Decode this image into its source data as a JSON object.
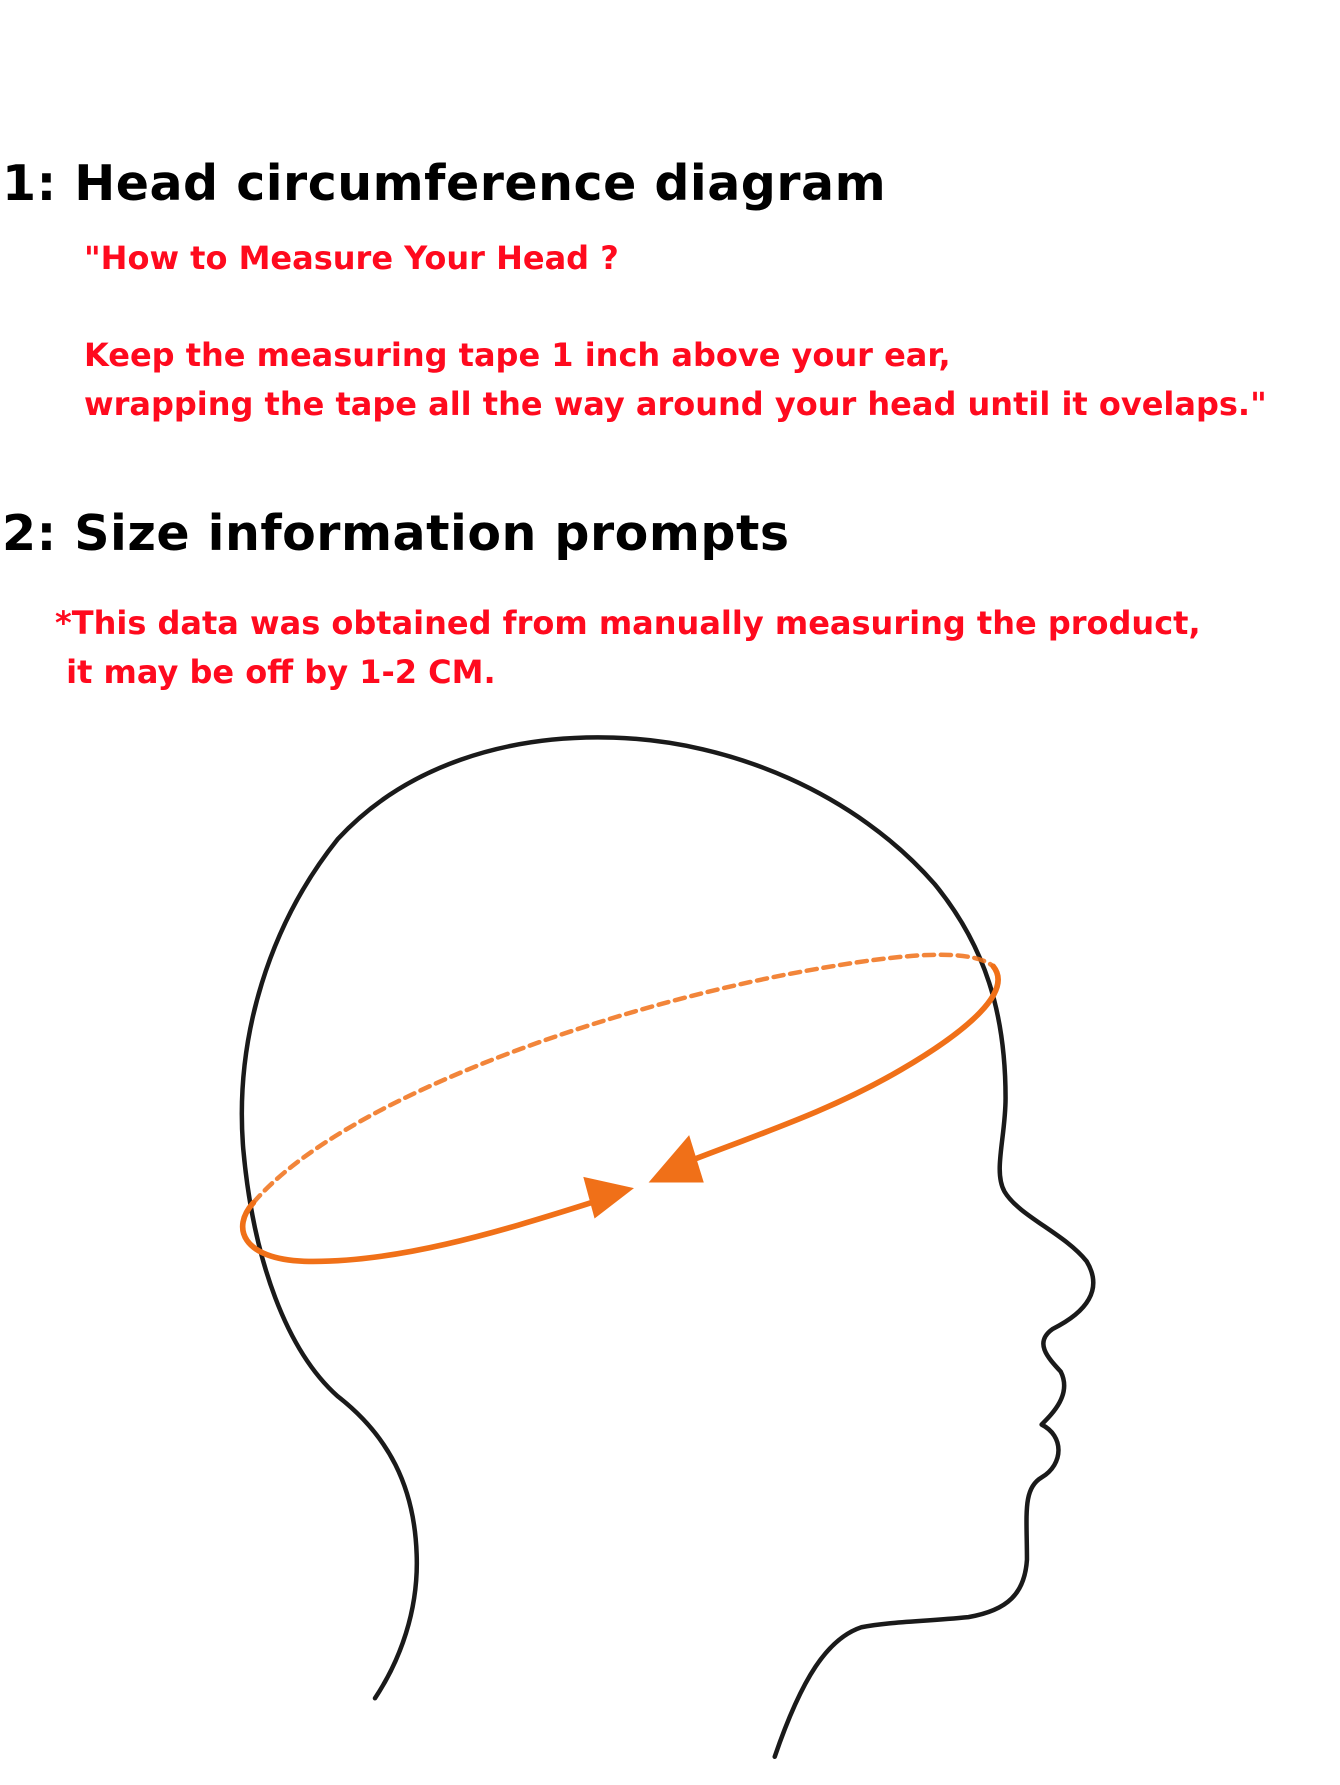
{
  "section1": {
    "heading": "1:  Head circumference diagram",
    "quote_title": "\"How to Measure Your Head ?",
    "instruction_line1": "Keep the measuring tape 1 inch above your ear,",
    "instruction_line2": "wrapping the tape all the way around your head until it ovelaps.\""
  },
  "section2": {
    "heading": "2:  Size information prompts",
    "note_line1": "*This data was obtained from manually measuring the product,",
    "note_line2": " it may be off by 1-2 CM."
  },
  "colors": {
    "accent_text": "#ff0a1e",
    "tape": "#f07018",
    "outline": "#1a1a1a"
  }
}
